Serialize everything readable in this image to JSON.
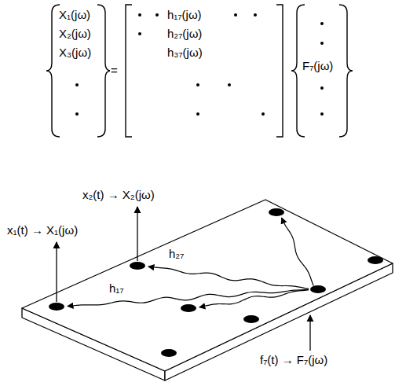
{
  "diagram": {
    "labels": [
      "X₁(jω)",
      "X₂(jω)",
      "X₃(jω)",
      "=",
      "h₁₇(jω)",
      "h₂₇(jω)",
      "h₃₇(jω)",
      "F₇(jω)",
      "x₂(t) → X₂(jω)",
      "x₁(t) → X₁(jω)",
      "h₂₇",
      "h₁₇",
      "f₇(t) → F₇(jω)"
    ]
  }
}
